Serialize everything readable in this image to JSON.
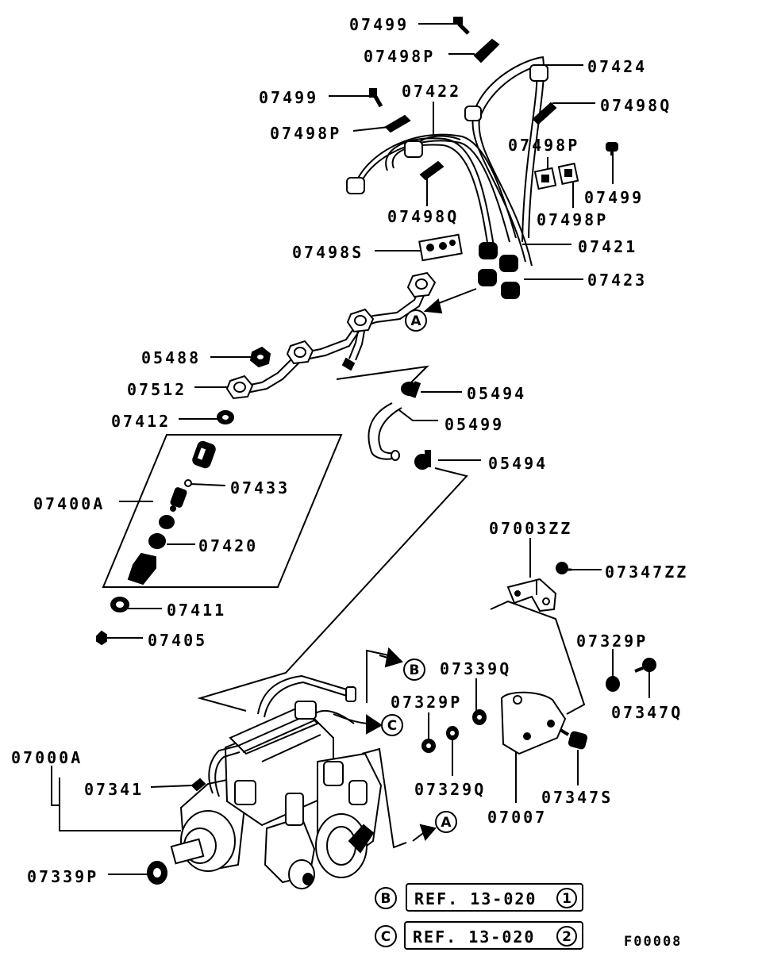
{
  "figure_code": "F00008",
  "labels": [
    {
      "id": "l01",
      "text": "07499"
    },
    {
      "id": "l02",
      "text": "07498P"
    },
    {
      "id": "l03",
      "text": "07424"
    },
    {
      "id": "l04",
      "text": "07499"
    },
    {
      "id": "l05",
      "text": "07422"
    },
    {
      "id": "l06",
      "text": "07498Q"
    },
    {
      "id": "l07",
      "text": "07498P"
    },
    {
      "id": "l08",
      "text": "07498P"
    },
    {
      "id": "l09",
      "text": "07499"
    },
    {
      "id": "l10",
      "text": "07498Q"
    },
    {
      "id": "l11",
      "text": "07498P"
    },
    {
      "id": "l12",
      "text": "07498S"
    },
    {
      "id": "l13",
      "text": "07421"
    },
    {
      "id": "l14",
      "text": "07423"
    },
    {
      "id": "l15",
      "text": "05488"
    },
    {
      "id": "l16",
      "text": "07512"
    },
    {
      "id": "l17",
      "text": "05494"
    },
    {
      "id": "l18",
      "text": "07412"
    },
    {
      "id": "l19",
      "text": "05499"
    },
    {
      "id": "l20",
      "text": "05494"
    },
    {
      "id": "l21",
      "text": "07433"
    },
    {
      "id": "l22",
      "text": "07400A"
    },
    {
      "id": "l23",
      "text": "07420"
    },
    {
      "id": "l24",
      "text": "07003ZZ"
    },
    {
      "id": "l25",
      "text": "07347ZZ"
    },
    {
      "id": "l26",
      "text": "07411"
    },
    {
      "id": "l27",
      "text": "07405"
    },
    {
      "id": "l28",
      "text": "07329P"
    },
    {
      "id": "l29",
      "text": "07339Q"
    },
    {
      "id": "l30",
      "text": "07347Q"
    },
    {
      "id": "l31",
      "text": "07329P"
    },
    {
      "id": "l32",
      "text": "07000A"
    },
    {
      "id": "l33",
      "text": "07341"
    },
    {
      "id": "l34",
      "text": "07329Q"
    },
    {
      "id": "l35",
      "text": "07347S"
    },
    {
      "id": "l36",
      "text": "07007"
    },
    {
      "id": "l37",
      "text": "07339P"
    }
  ],
  "markers": {
    "a1": "A",
    "a2": "A",
    "b1": "B",
    "c1": "C"
  },
  "references": [
    {
      "marker": "B",
      "text": "REF. 13-020",
      "num": "1"
    },
    {
      "marker": "C",
      "text": "REF. 13-020",
      "num": "2"
    }
  ]
}
